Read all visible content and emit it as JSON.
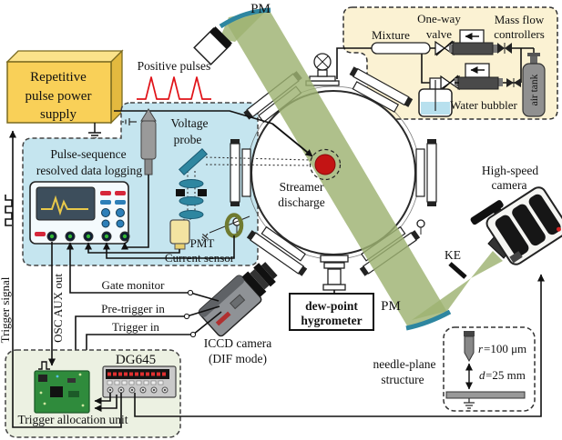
{
  "colors": {
    "beam": "#9EB271",
    "mirror_teal": "#2E86A0",
    "supply_yellow": "#F9D058",
    "panel_cream": "#FBF2D3",
    "logging_blue": "#C5E5EF",
    "trigger_green": "#ECF1E2",
    "pulse_red": "#E01218",
    "discharge_red": "#C31414",
    "pmt_yellow": "#F3E3A1",
    "sensor_olive": "#6F7A30"
  },
  "labels": {
    "pm_top": "PM",
    "pm_bottom": "PM",
    "ke": "KE",
    "positive_pulses": "Positive pulses",
    "supply1": "Repetitive",
    "supply2": "pulse power",
    "supply3": "supply",
    "mixture": "Mixture",
    "oneway1": "One-way",
    "oneway2": "valve",
    "mfc1": "Mass flow",
    "mfc2": "controllers",
    "bubbler": "Water bubbler",
    "airtank": "air tank",
    "logging1": "Pulse-sequence",
    "logging2": "resolved data logging",
    "vprobe1": "Voltage",
    "vprobe2": "probe",
    "pmt": "PMT",
    "current_sensor": "Current sensor",
    "streamer1": "Streamer",
    "streamer2": "discharge",
    "hygro1": "dew-point",
    "hygro2": "hygrometer",
    "hsc1": "High-speed",
    "hsc2": "camera",
    "iccd1": "ICCD camera",
    "iccd2": "(DIF mode)",
    "gate": "Gate monitor",
    "pretrig": "Pre-trigger in",
    "trigin": "Trigger in",
    "osc_aux": "OSC AUX out",
    "trigger_signal": "Trigger signal",
    "dg645": "DG645",
    "tau": "Trigger allocation unit",
    "needle1": "needle-plane",
    "needle2": "structure",
    "r_var": "r",
    "r_eq": "=100 μm",
    "d_var": "d",
    "d_eq": "=25 mm"
  }
}
